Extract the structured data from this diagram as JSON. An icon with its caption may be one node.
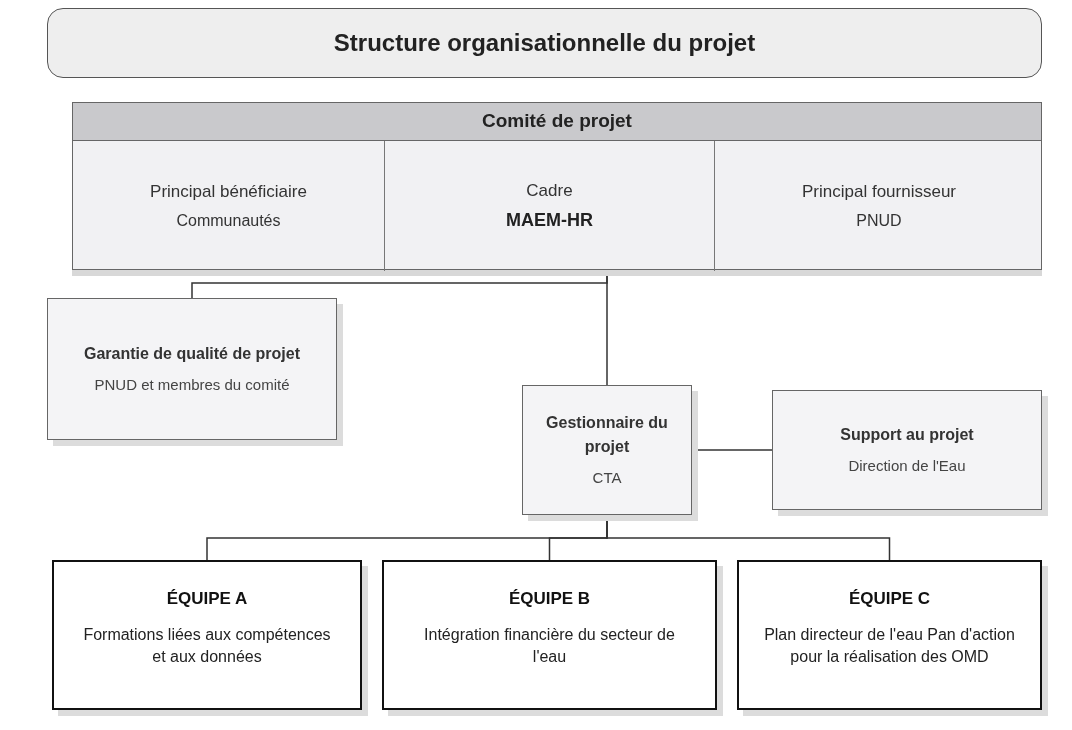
{
  "diagram": {
    "nodes": [
      {
        "text": [
          "Structure organisationnelle du projet"
        ]
      },
      {
        "text": [
          "Comité de projet"
        ]
      },
      {
        "text": [
          "Principal bénéficiaire",
          "Communautés"
        ],
        "in": 1
      },
      {
        "text": [
          "Cadre",
          "MAEM-HR"
        ],
        "in": 1
      },
      {
        "text": [
          "Principal fournisseur",
          "PNUD"
        ],
        "in": 1
      },
      {
        "text": [
          "Garantie de qualité de projet",
          "PNUD et membres du comité"
        ]
      },
      {
        "text": [
          "Gestionnaire du projet",
          "CTA"
        ]
      },
      {
        "text": [
          "Support au projet",
          "Direction de l'Eau"
        ]
      },
      {
        "text": [
          "ÉQUIPE A",
          "Formations liées aux compétences et aux données"
        ]
      },
      {
        "text": [
          "ÉQUIPE B",
          "Intégration financière du secteur de l'eau"
        ]
      },
      {
        "text": [
          "ÉQUIPE C",
          "Plan directeur de l'eau Pan d'action pour la réalisation des OMD"
        ]
      }
    ],
    "edges": [
      {
        "from": 1,
        "to": 6,
        "arrow": "none"
      },
      {
        "from": 1,
        "to": 5,
        "arrow": "none"
      },
      {
        "from": 6,
        "to": 7,
        "arrow": "none"
      },
      {
        "from": 6,
        "to": 8,
        "arrow": "none"
      },
      {
        "from": 6,
        "to": 9,
        "arrow": "none"
      },
      {
        "from": 6,
        "to": 10,
        "arrow": "none"
      }
    ]
  }
}
